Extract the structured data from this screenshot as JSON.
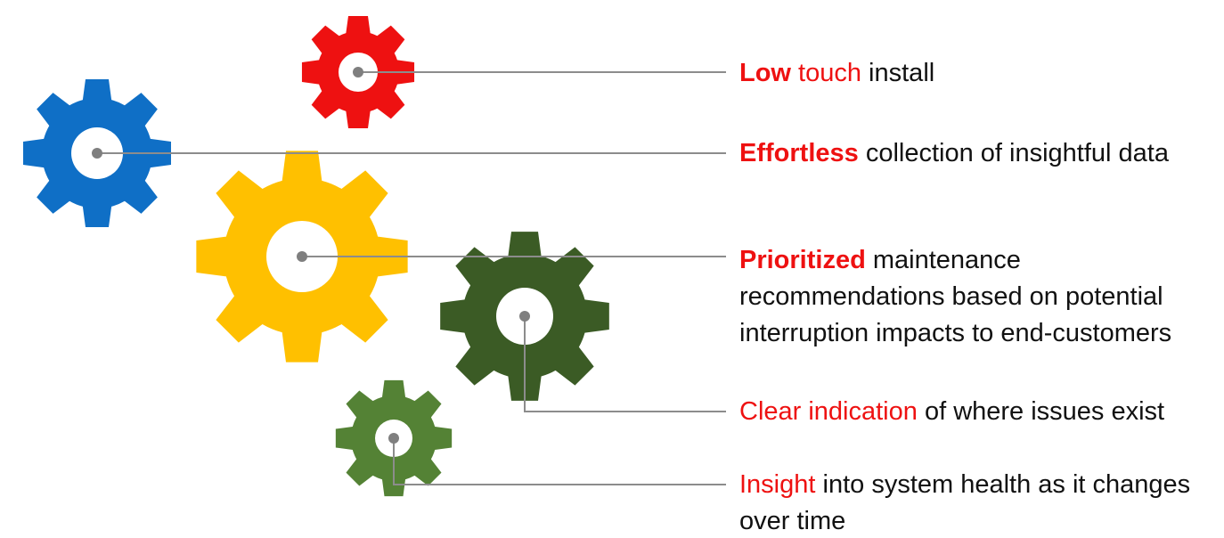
{
  "colors": {
    "red_gear": "#ee1111",
    "blue_gear": "#0f6fc6",
    "yellow_gear": "#ffc000",
    "dark_green_gear": "#3b5b25",
    "green_gear": "#548235",
    "hub_dot": "#7f7f7f",
    "connector_line": "#8c8c8c",
    "highlight_text": "#ee1111",
    "body_text": "#111111"
  },
  "gears": [
    {
      "name": "red-gear",
      "color_key": "red_gear",
      "icon": "gear-icon"
    },
    {
      "name": "blue-gear",
      "color_key": "blue_gear",
      "icon": "gear-icon"
    },
    {
      "name": "yellow-gear",
      "color_key": "yellow_gear",
      "icon": "gear-icon"
    },
    {
      "name": "dark-green-gear",
      "color_key": "dark_green_gear",
      "icon": "gear-icon"
    },
    {
      "name": "green-gear",
      "color_key": "green_gear",
      "icon": "gear-icon"
    }
  ],
  "items": [
    {
      "parts": [
        {
          "text": "Low",
          "style": "accent-bold"
        },
        {
          "text": " touch",
          "style": "accent"
        },
        {
          "text": " install",
          "style": "plain"
        }
      ]
    },
    {
      "parts": [
        {
          "text": "Effortless",
          "style": "accent-bold"
        },
        {
          "text": " collection of insightful data",
          "style": "plain"
        }
      ]
    },
    {
      "parts": [
        {
          "text": "Prioritized",
          "style": "accent-bold"
        },
        {
          "text": " maintenance recommendations based on potential interruption impacts to end-customers",
          "style": "plain"
        }
      ]
    },
    {
      "parts": [
        {
          "text": "Clear indication",
          "style": "accent"
        },
        {
          "text": " of where issues exist",
          "style": "plain"
        }
      ]
    },
    {
      "parts": [
        {
          "text": "Insight",
          "style": "accent"
        },
        {
          "text": " into system health as it changes over time",
          "style": "plain"
        }
      ]
    }
  ]
}
